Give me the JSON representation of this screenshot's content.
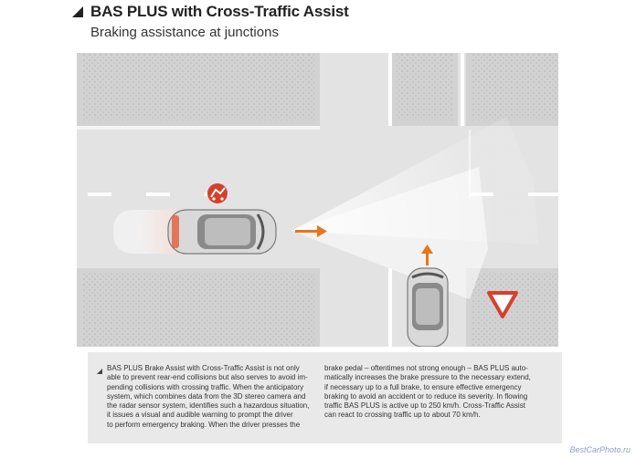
{
  "header": {
    "title": "BAS PLUS with Cross-Traffic Assist",
    "subtitle": "Braking assistance at junctions"
  },
  "description": {
    "column1": "BAS PLUS Brake Assist with Cross-Traffic Assist is not only\nable to prevent rear-end collisions but also serves to avoid im-\npending collisions with crossing traffic. When the anticipatory\nsystem, which combines data from the 3D stereo camera and\nthe radar sensor system, identifies such a hazardous situation,\nit issues a visual and audible warning to prompt the driver\nto perform emergency braking. When the driver presses the",
    "column2": "brake pedal – oftentimes not strong enough – BAS PLUS auto-\nmatically increases the brake pressure to the necessary extend,\nif necessary up to a full brake, to ensure effective emergency\nbraking to avoid an accident or to reduce its severity. In flowing\ntraffic BAS PLUS is active up to 250 km/h. Cross-Traffic Assist\ncan react to crossing traffic up to about 70 km/h."
  },
  "watermark": "BestCarPhoto.ru",
  "icons": {
    "warning": "collision-warning-icon",
    "yield": "yield-sign-icon",
    "arrow_right": "arrow-right-icon",
    "arrow_up": "arrow-up-icon"
  },
  "colors": {
    "arrow": "#e8751a",
    "warning": "#d6402a",
    "road": "#e3e3e3",
    "block": "#d2d2d2"
  }
}
